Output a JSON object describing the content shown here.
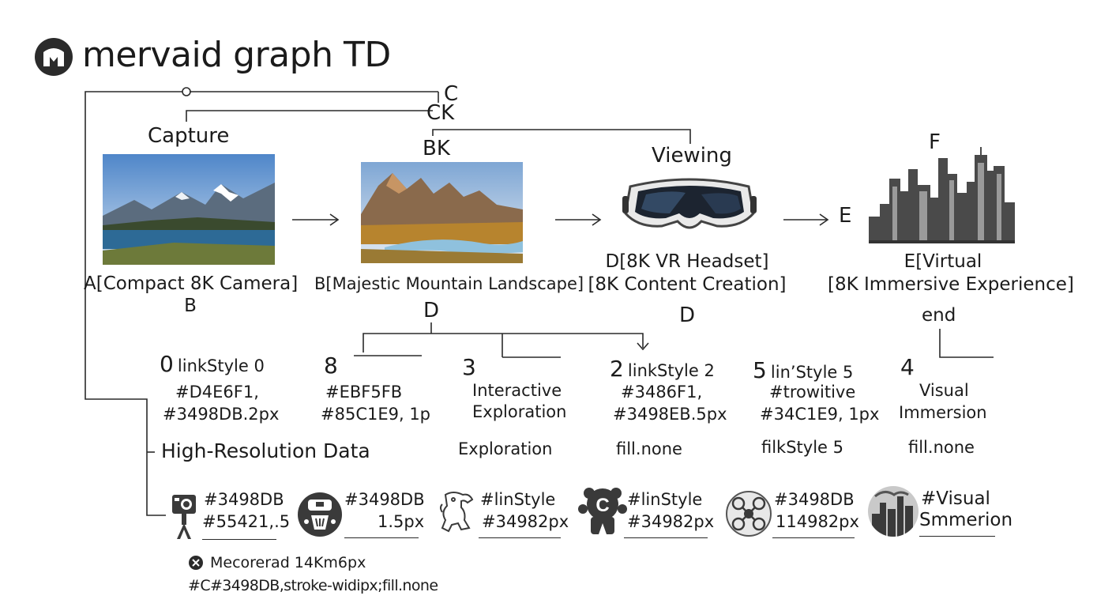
{
  "title": "mervaid graph TD",
  "top_labels": {
    "c": "C",
    "ck": "CK",
    "capture": "Capture",
    "bk": "BK",
    "viewing": "Viewing",
    "f": "F",
    "e": "E"
  },
  "nodes": {
    "a": {
      "line1": "A[Compact 8K Camera]",
      "line2": "B"
    },
    "b": {
      "line1": "B[Majestic Mountain Landscape]"
    },
    "c": {
      "line1": "D[8K VR Headset]",
      "line2": "[8K Content Creation]"
    },
    "e": {
      "line1": "E[Virtual",
      "line2": "[8K Immersive Experience]"
    }
  },
  "mid_labels": {
    "d1": "D",
    "d2": "D",
    "end": "end"
  },
  "styles": [
    {
      "num": "0",
      "head": "linkStyle 0",
      "l1": "#D4E6F1,",
      "l2": "#3498DB.2px",
      "l3": "High-Resolution Data"
    },
    {
      "num": "8",
      "head": "",
      "l1": "#EBF5FB",
      "l2": "#85C1E9, 1p",
      "l3": ""
    },
    {
      "num": "3",
      "head": "",
      "l1": "Interactive",
      "l2": "Exploration",
      "l3": "Exploration"
    },
    {
      "num": "2",
      "head": "linkStyle 2",
      "l1": "#3486F1,",
      "l2": "#3498EB.5px",
      "l3": "fill.none"
    },
    {
      "num": "5",
      "head": "lin’Style 5",
      "l1": "#trowitive",
      "l2": "#34C1E9, 1px",
      "l3": "filkStyle 5"
    },
    {
      "num": "4",
      "head": "",
      "l1": "Visual",
      "l2": "Immersion",
      "l3": "fill.none"
    }
  ],
  "icons": [
    {
      "icon": "action-camera-icon",
      "l1": "#3498DB",
      "l2": "#55421,.5"
    },
    {
      "icon": "badge-icon",
      "l1": "#3498DB",
      "l2": "1.5px"
    },
    {
      "icon": "dog-icon",
      "l1": "#linStyle",
      "l2": "#34982px"
    },
    {
      "icon": "c-figure-icon",
      "l1": "#linStyle",
      "l2": "#34982px"
    },
    {
      "icon": "drone-icon",
      "l1": "#3498DB",
      "l2": "114982px"
    },
    {
      "icon": "city-icon",
      "l1": "#Visual",
      "l2": "Smmerion"
    }
  ],
  "footer": {
    "line1": "Mecorerad 14Km6px",
    "line2": "#C#3498DB,stroke-widipx;fill.none"
  },
  "colors": {
    "line": "#2a2a2a",
    "text": "#1b1b1b",
    "icon": "#3a3a3a"
  }
}
